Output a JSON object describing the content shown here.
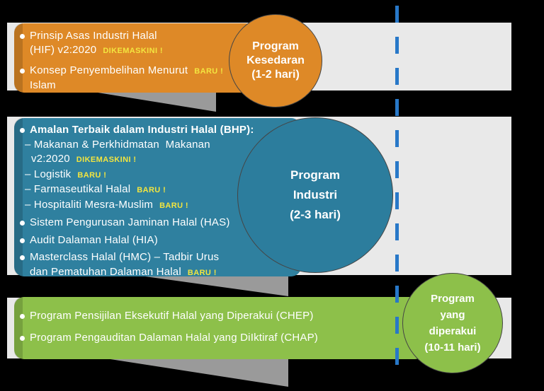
{
  "colors": {
    "awareness_orange": "#DE8927",
    "industry_blue": "#2F809F",
    "accredited_green": "#8DC04A",
    "badge_yellow": "#F3E53F",
    "timeline_dash_blue": "#2878C8",
    "track_gray": "#E9E9E9",
    "shadow_gray": "#9A9A9A"
  },
  "sections": [
    {
      "name": "Program Kesedaran",
      "circle": [
        "Program",
        "Kesedaran",
        "(1-2 hari)"
      ],
      "items": [
        {
          "line1": "Prinsip Asas Industri Halal",
          "line2": "(HIF) v2:2020",
          "tag": "DIKEMASKINI !"
        },
        {
          "line1": "Konsep Penyembelihan Menurut",
          "tag": "BARU !",
          "line2": "Islam"
        }
      ]
    },
    {
      "name": "Program Industri",
      "circle": [
        "Program",
        "Industri",
        "(2-3 hari)"
      ],
      "items": [
        {
          "line1": "Amalan Terbaik dalam Industri Halal (BHP):"
        },
        {
          "line1": "– Makanan & Perkhidmatan  Makanan",
          "line2": "v2:2020",
          "tag": "DIKEMASKINI !"
        },
        {
          "line1": "– Logistik",
          "tag": "BARU !"
        },
        {
          "line1": "– Farmaseutikal Halal",
          "tag": "BARU !"
        },
        {
          "line1": "– Hospitaliti Mesra-Muslim",
          "tag": "BARU !"
        },
        {
          "line1": "Sistem Pengurusan Jaminan Halal (HAS)"
        },
        {
          "line1": "Audit Dalaman Halal (HIA)"
        },
        {
          "line1": "Masterclass Halal (HMC) – Tadbir Urus",
          "line2": "dan Pematuhan Dalaman Halal",
          "tag": "BARU !"
        }
      ]
    },
    {
      "name": "Program yang diperakui",
      "circle": [
        "Program",
        "yang",
        "diperakui",
        "(10-11 hari)"
      ],
      "items": [
        {
          "line1": "Program Pensijilan Eksekutif Halal yang Diperakui (CHEP)"
        },
        {
          "line1": "Program Pengauditan Dalaman Halal yang DiIktiraf (CHAP)"
        }
      ]
    }
  ]
}
